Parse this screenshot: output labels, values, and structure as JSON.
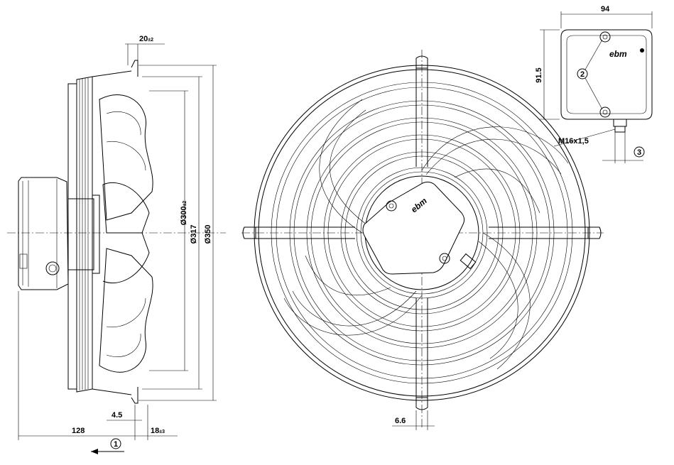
{
  "dimensions": {
    "d_20": "20",
    "d_20_tol": "±2",
    "d_300": "Ø300",
    "d_300_tol": "±2",
    "d_317": "Ø317",
    "d_350": "Ø350",
    "d_4_5": "4.5",
    "d_128": "128",
    "d_18": "18",
    "d_18_tol": "±3",
    "d_6_6": "6.6",
    "d_94": "94",
    "d_91_5": "91.5",
    "thread": "M16x1,5"
  },
  "callouts": {
    "c1": "1",
    "c2": "2",
    "c3": "3"
  },
  "logo": "ebm"
}
